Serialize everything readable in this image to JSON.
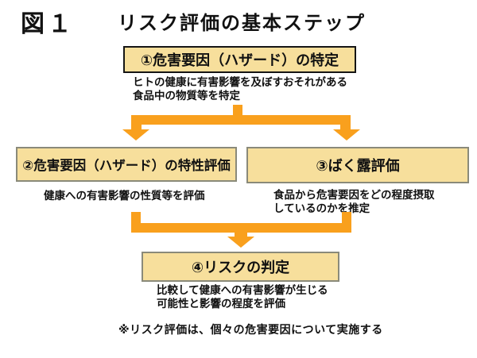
{
  "figure": {
    "label": "図１",
    "title": "リスク評価の基本ステップ"
  },
  "steps": [
    {
      "box": "①危害要因（ハザード）の特定",
      "caption": "ヒトの健康に有害影響を及ぼすおそれがある\n食品中の物質等を特定"
    },
    {
      "box": "②危害要因（ハザード）の特性評価",
      "caption": "健康への有害影響の性質等を評価"
    },
    {
      "box": "③ばく露評価",
      "caption": "食品から危害要因をどの程度摂取\nしているのかを推定"
    },
    {
      "box": "④リスクの判定",
      "caption": "比較して健康への有害影響が生じる\n可能性と影響の程度を評価"
    }
  ],
  "footnote": "※リスク評価は、個々の危害要因について実施する",
  "colors": {
    "box_fill": "#F7DF9C",
    "box1_border": "#151515",
    "box_border": "#8A8A7A",
    "arrow": "#F9A01D",
    "text": "#111111"
  }
}
